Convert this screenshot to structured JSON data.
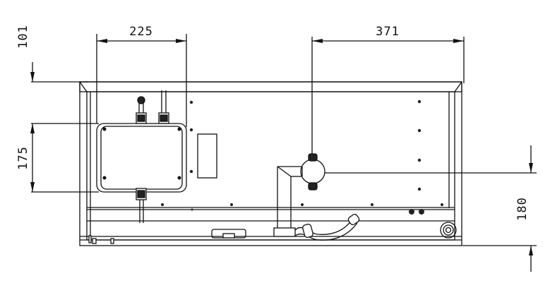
{
  "dimensions": {
    "width_label": "225",
    "right_label": "371",
    "top_offset_label": "101",
    "box_height_label": "175",
    "bottom_height_label": "180"
  },
  "colors": {
    "line": "#111111",
    "fill_dark": "#222222",
    "paper": "#ffffff"
  }
}
